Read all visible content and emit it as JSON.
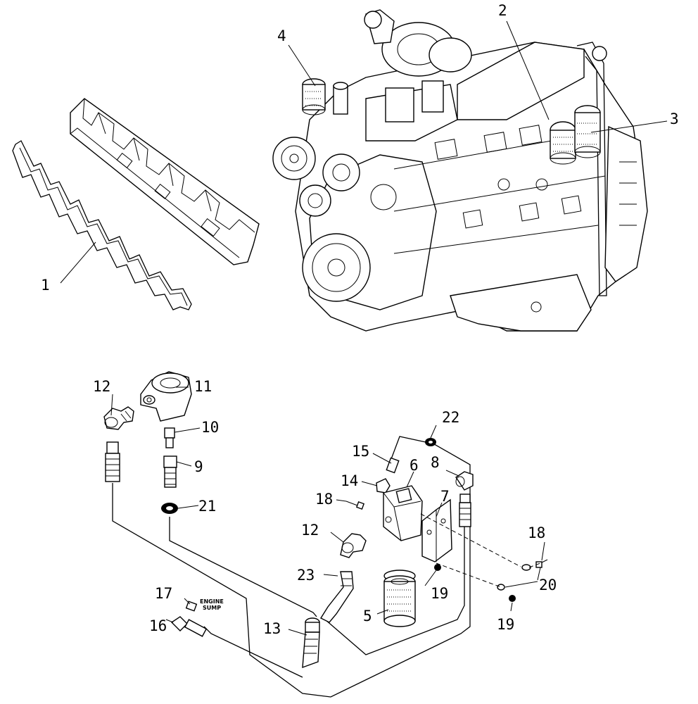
{
  "callouts": [
    {
      "id": "c1",
      "text": "1"
    },
    {
      "id": "c2",
      "text": "2"
    },
    {
      "id": "c3",
      "text": "3"
    },
    {
      "id": "c4",
      "text": "4"
    },
    {
      "id": "c5",
      "text": "5"
    },
    {
      "id": "c6",
      "text": "6"
    },
    {
      "id": "c7",
      "text": "7"
    },
    {
      "id": "c8",
      "text": "8"
    },
    {
      "id": "c9",
      "text": "9"
    },
    {
      "id": "c10",
      "text": "10"
    },
    {
      "id": "c11",
      "text": "11"
    },
    {
      "id": "c12a",
      "text": "12"
    },
    {
      "id": "c12b",
      "text": "12"
    },
    {
      "id": "c13",
      "text": "13"
    },
    {
      "id": "c14",
      "text": "14"
    },
    {
      "id": "c15",
      "text": "15"
    },
    {
      "id": "c16",
      "text": "16"
    },
    {
      "id": "c17",
      "text": "17"
    },
    {
      "id": "c18a",
      "text": "18"
    },
    {
      "id": "c18b",
      "text": "18"
    },
    {
      "id": "c19a",
      "text": "19"
    },
    {
      "id": "c19b",
      "text": "19"
    },
    {
      "id": "c20",
      "text": "20"
    },
    {
      "id": "c21",
      "text": "21"
    },
    {
      "id": "c22",
      "text": "22"
    },
    {
      "id": "c23",
      "text": "23"
    }
  ],
  "sump_label": {
    "line1": "ENGINE",
    "line2": "SUMP"
  }
}
